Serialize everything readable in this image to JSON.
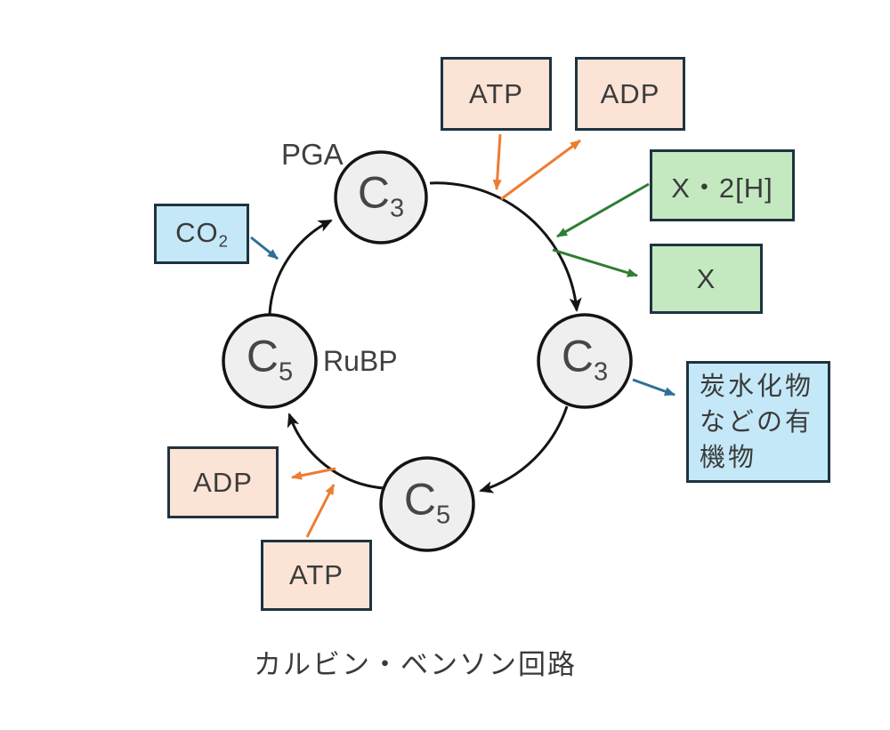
{
  "diagram": {
    "title": "カルビン・ベンソン回路",
    "cycle": {
      "top_node": {
        "label": "C",
        "sub": "3",
        "tag": "PGA"
      },
      "right_node": {
        "label": "C",
        "sub": "3"
      },
      "bottom_node": {
        "label": "C",
        "sub": "5"
      },
      "left_node": {
        "label": "C",
        "sub": "5",
        "tag": "RuBP"
      }
    },
    "boxes": {
      "co2": {
        "label": "CO",
        "sub": "2"
      },
      "atp_top": {
        "label": "ATP"
      },
      "adp_top": {
        "label": "ADP"
      },
      "x2h": {
        "label": "X・2[H]"
      },
      "x": {
        "label": "X"
      },
      "adp_bottom": {
        "label": "ADP"
      },
      "atp_bottom": {
        "label": "ATP"
      },
      "carbohydrate": {
        "lines": [
          "炭水化物",
          "などの有",
          "機物"
        ]
      }
    },
    "colors": {
      "peach_fill": "#fbe3d5",
      "green_fill": "#c4e9c1",
      "blue_fill": "#c4e8f7",
      "box_border": "#1e3340",
      "node_fill": "#efefef",
      "cycle_line": "#141414",
      "arrow_orange": "#ed7d31",
      "arrow_green": "#2e7d32",
      "arrow_blue": "#2d7096",
      "text": "#3b3b3b"
    }
  }
}
